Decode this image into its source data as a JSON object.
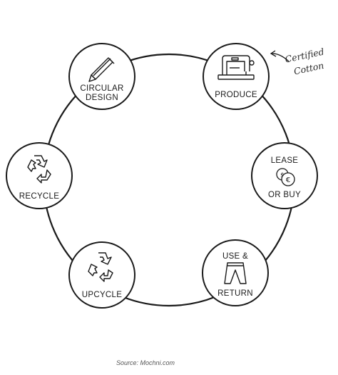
{
  "nodes": {
    "circular_design": {
      "line1": "CIRCULAR",
      "line2": "DESIGN",
      "icon": "pencil-icon"
    },
    "produce": {
      "label": "PRODUCE",
      "icon": "sewing-machine-icon"
    },
    "lease_or_buy": {
      "line1": "LEASE",
      "line2": "OR BUY",
      "icon": "coins-icon",
      "coin_symbol_front": "€",
      "coin_symbol_back": "$"
    },
    "use_return": {
      "line1": "USE &",
      "line2": "RETURN",
      "icon": "trousers-icon"
    },
    "upcycle": {
      "label": "UPCYCLE",
      "icon": "upcycle-arrows-icon"
    },
    "recycle": {
      "label": "RECYCLE",
      "icon": "recycle-icon"
    }
  },
  "annotation": {
    "line1": "Certified",
    "line2": "Cotton"
  },
  "source": "Source: Mochni.com"
}
